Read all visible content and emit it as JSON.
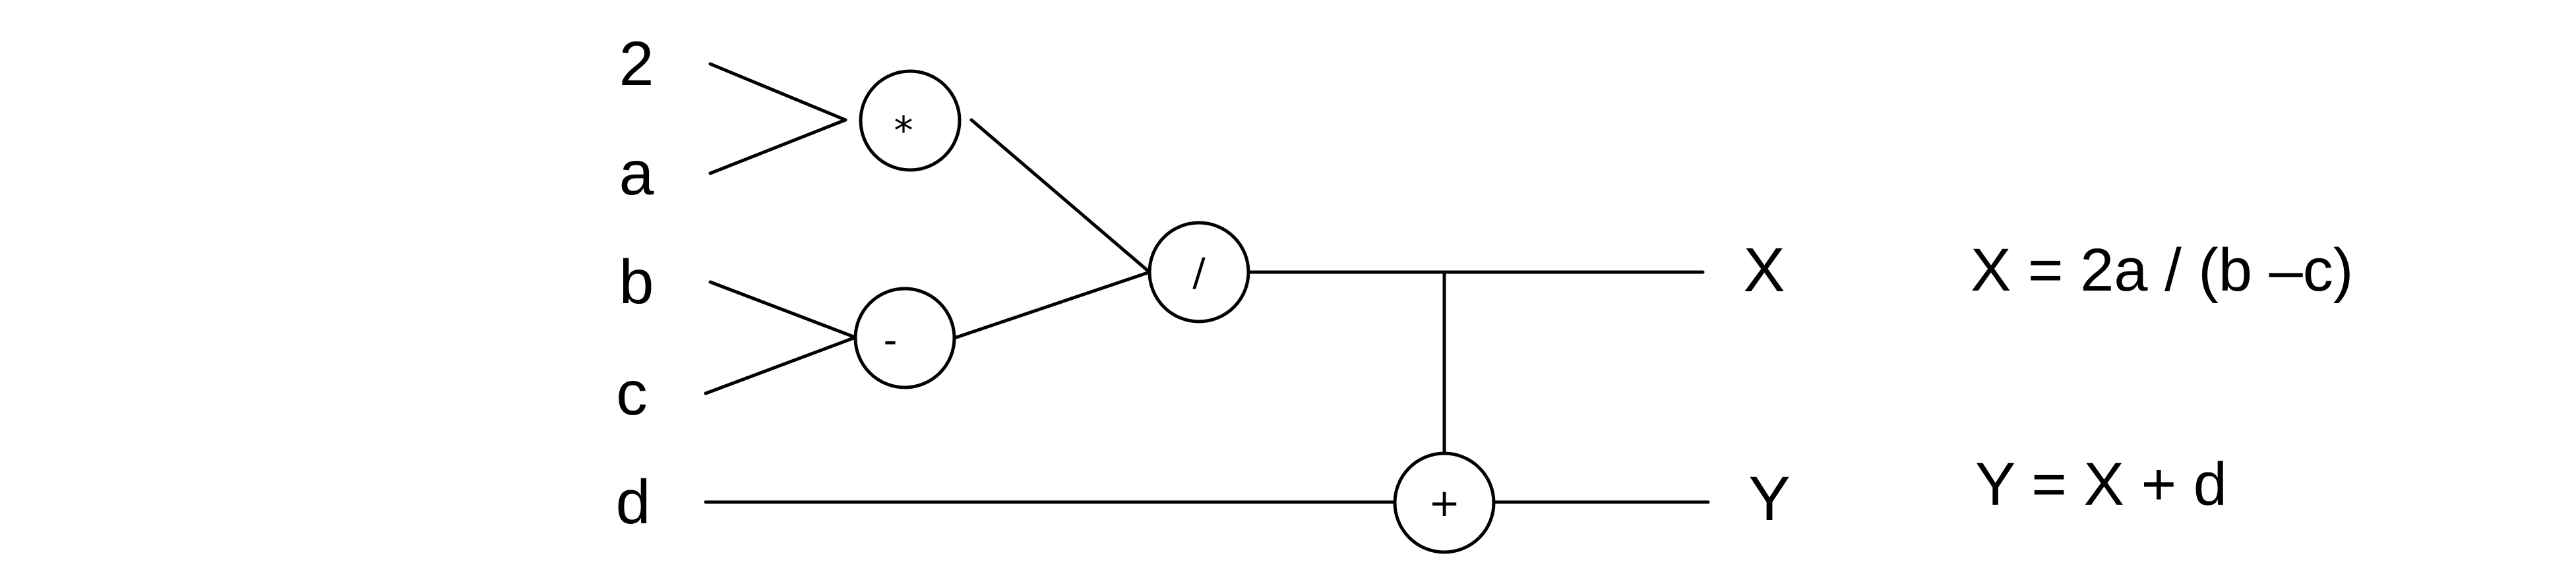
{
  "inputs": {
    "two": "2",
    "a": "a",
    "b": "b",
    "c": "c",
    "d": "d"
  },
  "operators": {
    "multiply": "*",
    "subtract": "-",
    "divide": "/",
    "add": "+"
  },
  "outputs": {
    "x": "X",
    "y": "Y"
  },
  "equations": {
    "x": "X = 2a / (b –c)",
    "y": "Y = X + d"
  },
  "colors": {
    "stroke": "#000000",
    "background": "#ffffff"
  }
}
